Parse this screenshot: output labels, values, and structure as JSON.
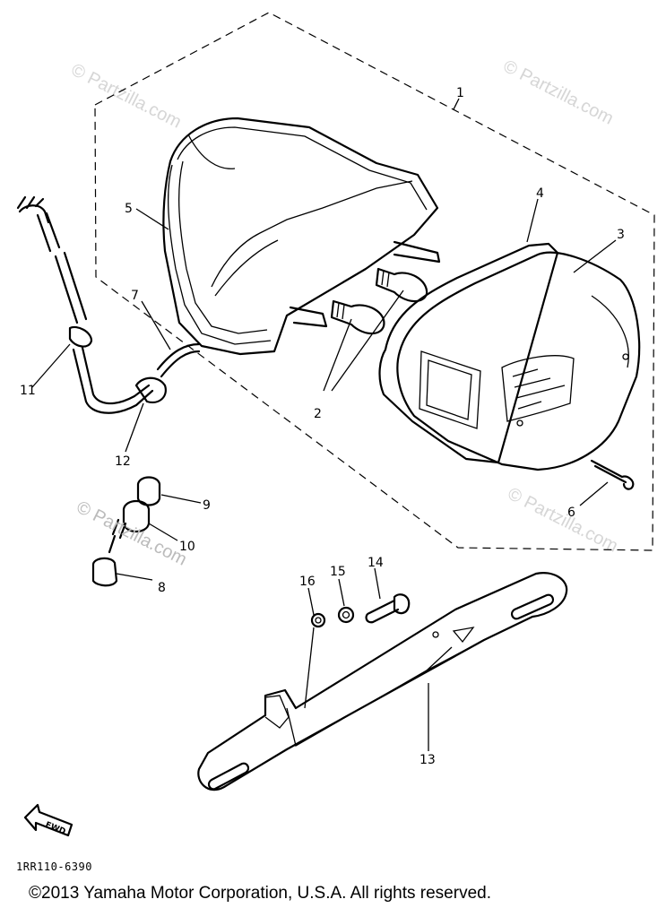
{
  "diagram_code": "1RR110-6390",
  "copyright": "©2013 Yamaha Motor Corporation, U.S.A. All rights reserved.",
  "watermark": "© Partzilla.com",
  "fwd_label": "FWD",
  "callouts": [
    {
      "id": "1",
      "label": "1"
    },
    {
      "id": "2",
      "label": "2"
    },
    {
      "id": "3",
      "label": "3"
    },
    {
      "id": "4",
      "label": "4"
    },
    {
      "id": "5",
      "label": "5"
    },
    {
      "id": "6",
      "label": "6"
    },
    {
      "id": "7",
      "label": "7"
    },
    {
      "id": "8",
      "label": "8"
    },
    {
      "id": "9",
      "label": "9"
    },
    {
      "id": "10",
      "label": "10"
    },
    {
      "id": "11",
      "label": "11"
    },
    {
      "id": "12",
      "label": "12"
    },
    {
      "id": "13",
      "label": "13"
    },
    {
      "id": "14",
      "label": "14"
    },
    {
      "id": "15",
      "label": "15"
    },
    {
      "id": "16",
      "label": "16"
    }
  ]
}
